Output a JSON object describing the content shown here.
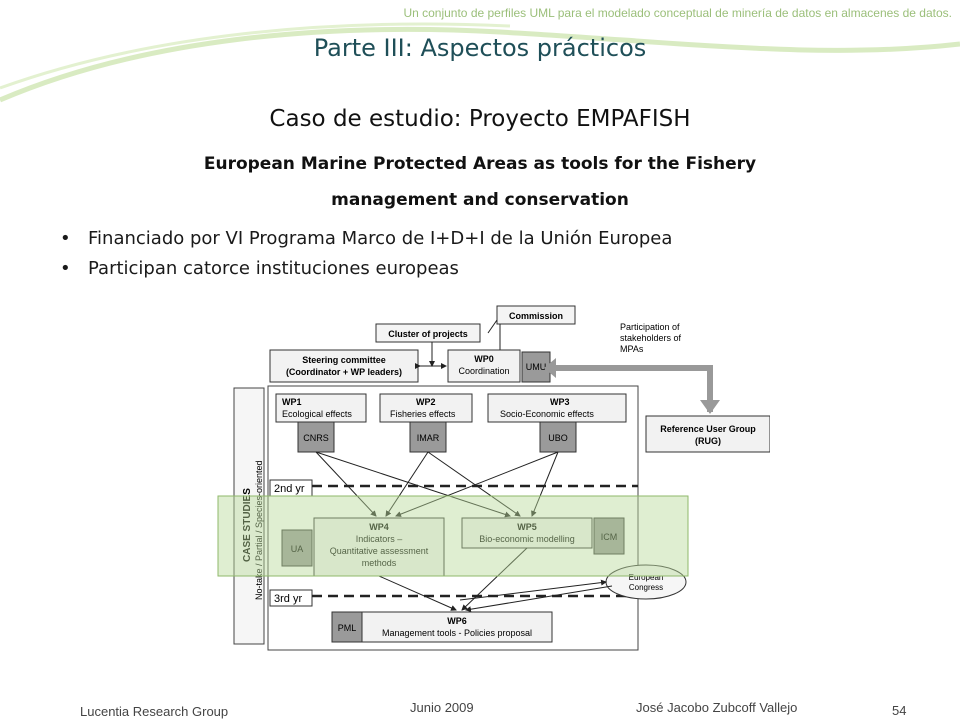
{
  "header": {
    "top_right": "Un conjunto de perfiles UML para el modelado conceptual de minería de datos en almacenes de datos.",
    "title": "Parte III: Aspectos prácticos"
  },
  "content": {
    "case_title": "Caso de estudio: Proyecto EMPAFISH",
    "subtitle_line1": "European Marine Protected Areas as tools for the Fishery",
    "subtitle_line2": "management and conservation",
    "bullets": [
      "Financiado por VI Programa Marco de I+D+I de la Unión Europea",
      "Participan catorce instituciones europeas"
    ]
  },
  "diagram": {
    "commission": "Commission",
    "cluster": "Cluster of projects",
    "participation": [
      "Participation of",
      "stakeholders of",
      "MPAs"
    ],
    "steering": [
      "Steering committee",
      "(Coordinator + WP leaders)"
    ],
    "wp0": [
      "WP0",
      "Coordination"
    ],
    "umu": "UMU",
    "wp1": [
      "WP1",
      "Ecological effects"
    ],
    "wp2": [
      "WP2",
      "Fisheries effects"
    ],
    "wp3": [
      "WP3",
      "Socio-Economic effects"
    ],
    "cnrs": "CNRS",
    "imar": "IMAR",
    "ubo": "UBO",
    "rug": [
      "Reference User Group",
      "(RUG)"
    ],
    "case_studies": "CASE STUDIES",
    "case_types": "No-take / Partial / Species-oriented",
    "year2": "2nd yr",
    "year3": "3rd yr",
    "ua": "UA",
    "wp4": [
      "WP4",
      "Indicators –",
      "Quantitative assessment",
      "methods"
    ],
    "wp5": [
      "WP5",
      "Bio-economic modelling"
    ],
    "icm": "ICM",
    "congress": [
      "European",
      "Congress"
    ],
    "pml": "PML",
    "wp6": [
      "WP6",
      "Management tools - Policies proposal"
    ]
  },
  "footer": {
    "group": "Lucentia Research Group",
    "date": "Junio  2009",
    "author": "José Jacobo Zubcoff Vallejo",
    "page": "54"
  },
  "colors": {
    "title": "#1f4f58",
    "accent_green": "#8fb86a",
    "highlight": "#b9d99a",
    "box_fill": "#f2f2f2",
    "grey_box": "#9a9a9a"
  }
}
